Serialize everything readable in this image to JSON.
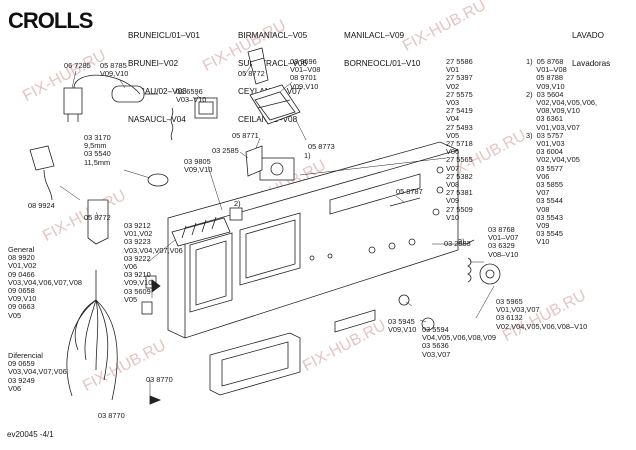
{
  "brand": "CROLLS",
  "header": {
    "col1": [
      "BRUNEICL/01–V01",
      "BRUNEI–V02",
      "NASAU/02–V03",
      "NASAUCL–V04"
    ],
    "col2": [
      "BIRMANIACL–V05",
      "SUMATRACL–V06",
      "CEYLAN/02–V07",
      "CEILANCL–V08"
    ],
    "col3": [
      "MANILACL–V09",
      "BORNEOCL/01–V10"
    ],
    "right": [
      "LAVADO",
      "Lavadoras"
    ]
  },
  "watermark": "FIX-HUB.RU",
  "reference": "ev20045 -4/1",
  "callouts": {
    "c_067285": "06 7285",
    "c_058785": "05 8785\nV09,V10",
    "c_086596": "08 6596\nV03–V10",
    "c_058772a": "05 8772",
    "c_089696": "08 9696\nV01–V08\n08 9701\nV09,V10",
    "c_058771": "05 8771",
    "c_058773": "05 8773",
    "c_032585": "03 2585",
    "c_033170": "03 3170\n9,5mm\n03 5540\n11,5mm",
    "c_039805": "03 9805\nV09,V10",
    "c_089924": "08 9924",
    "c_058772b": "05 8772",
    "c_039212": "03 9212\nV01,V02\n03 9223\nV03,V04,V07,V06\n03 9222\nV06\n03 9210\nV09,V10\n03 5609\nV05",
    "c_general": "General\n08 9920\nV01,V02\n09 0466\nV03,V04,V06,V07,V08\n09 0658\nV09,V10\n09 0663\nV05",
    "c_diferencial": "Diferencial\n09 0659\nV03,V04,V07,V06\n03 9249\nV06",
    "c_038770a": "03 8770",
    "c_038770b": "03 8770",
    "c_275586": "27 5586\nV01\n27 5397\nV02\n27 5575\nV03\n27 5419\nV04\n27 5493\nV05\n27 5718\nV06\n27 5565\nV07\n27 5382\nV08\n27 5381\nV09\n27 5509\nV10",
    "c_058787": "05 8787",
    "c_032583": "03 2583",
    "c_038768": "03 8768\nV01–V07\n03 6329\nV08–V10",
    "c_035965": "03 5965\nV01,V03,V07\n03 6132\nV02,V04,V05,V06,V08–V10",
    "c_035945": "03 5945\nV09,V10",
    "c_035594": "03 5594\nV04,V05,V06,V08,V09\n03 5636\nV03,V07",
    "c_rightcol": "1)  05 8768\n     V01–V08\n     05 8788\n     V09,V10\n2)  03 5604\n     V02,V04,V05,V06,\n     V08,V09,V10\n     03 6361\n     V01,V03,V07\n3)  03 5757\n     V01,V03\n     03 6004\n     V02,V04,V05\n     03 5577\n     V06\n     03 5855\n     V07\n     03 5544\n     V08\n     03 5543\n     V09\n     03 5545\n     V10",
    "m1": "1)",
    "m2": "2)",
    "m3": "3)"
  }
}
